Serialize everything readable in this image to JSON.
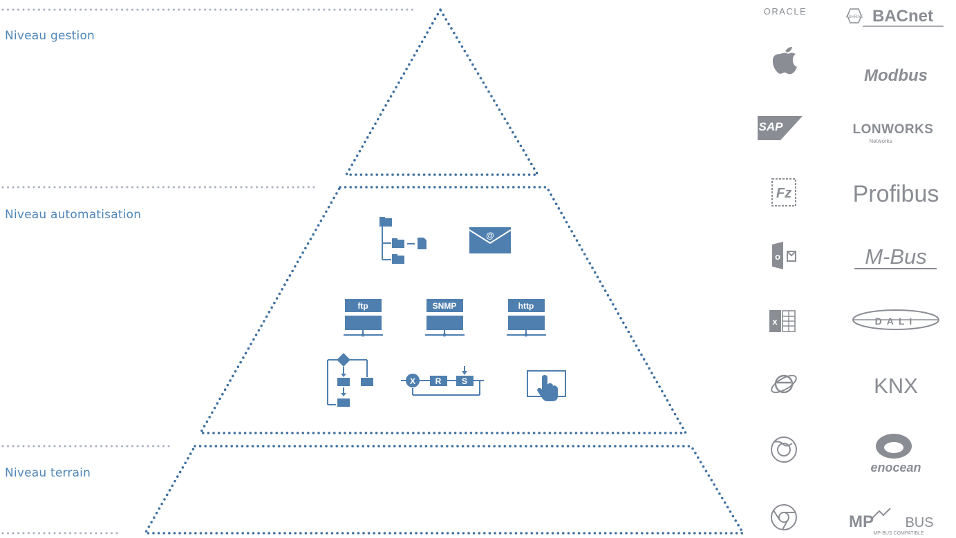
{
  "levels": {
    "management": "Niveau gestion",
    "automation": "Niveau automatisation",
    "field": "Niveau terrain"
  },
  "automation_icons": {
    "ftp": "ftp",
    "snmp": "SNMP",
    "http": "http",
    "email_symbol": "@",
    "logic_x": "X",
    "logic_r": "R",
    "logic_s": "S"
  },
  "logos_left": [
    "oracle-icon",
    "apple-icon",
    "sap-icon",
    "filezilla-icon",
    "outlook-icon",
    "excel-icon",
    "internet-explorer-icon",
    "firefox-icon",
    "chrome-icon"
  ],
  "logos_right": {
    "oracle": "ORACLE",
    "bacnet": "BACnet",
    "ashrae": "ASHRAE",
    "modbus": "Modbus",
    "lonworks": "LONWORKS",
    "lonworks_sub": "Networks",
    "profibus": "Profibus",
    "mbus": "M-Bus",
    "dali": "DALI",
    "knx": "KNX",
    "enocean": "enocean",
    "mpbus": "MP",
    "mpbus_bus": "BUS",
    "mpbus_sub": "MP-BUS COMPATIBLE",
    "sap": "SAP",
    "outlook": "o",
    "excel": "x",
    "filezilla": "Fz"
  },
  "colors": {
    "accent": "#4f7faf",
    "label": "#4f86b8",
    "logo_gray": "#8a8d93"
  }
}
